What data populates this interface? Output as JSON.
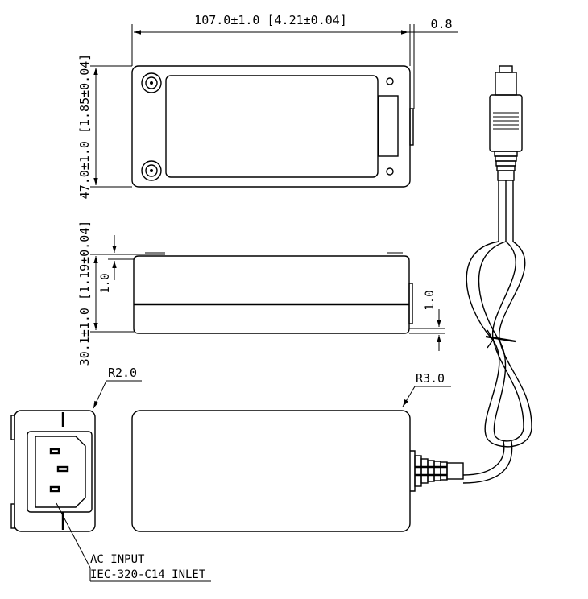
{
  "dimensions": {
    "length": "107.0±1.0 [4.21±0.04]",
    "width": "47.0±1.0 [1.85±0.04]",
    "height": "30.1±1.0 [1.19±0.04]",
    "gap_top": "0.8",
    "side_step": "1.0",
    "side_step_right": "1.0"
  },
  "callouts": {
    "radius_inlet": "R2.0",
    "radius_body": "R3.0",
    "inlet_line1": "AC INPUT",
    "inlet_line2": "IEC-320-C14 INLET"
  },
  "colors": {
    "ink": "#000000",
    "paper": "#ffffff"
  }
}
